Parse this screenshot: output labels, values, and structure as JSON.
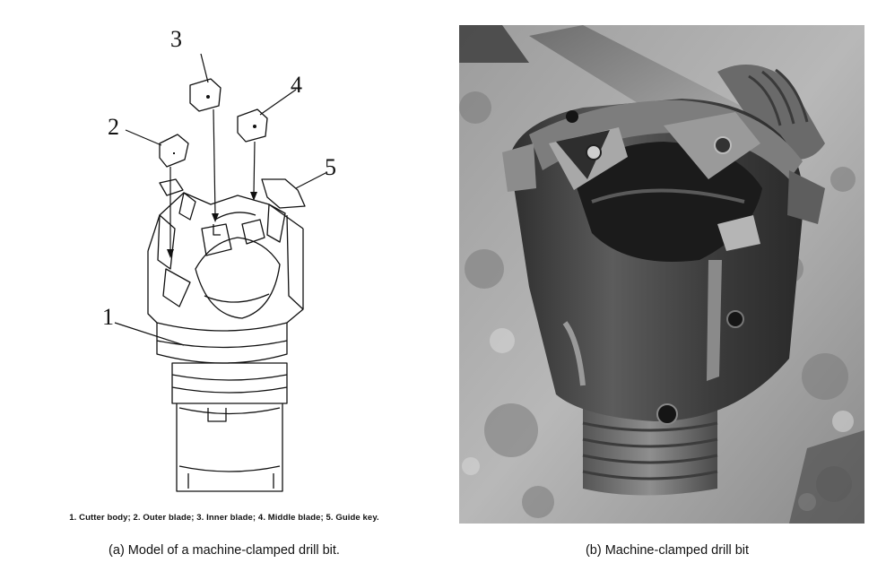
{
  "panel_a": {
    "callouts": [
      "1",
      "2",
      "3",
      "4",
      "5"
    ],
    "legend": "1. Cutter body; 2. Outer blade; 3. Inner blade; 4. Middle blade; 5. Guide key.",
    "caption": "(a) Model of a machine-clamped drill bit."
  },
  "panel_b": {
    "caption": "(b) Machine-clamped drill bit"
  }
}
